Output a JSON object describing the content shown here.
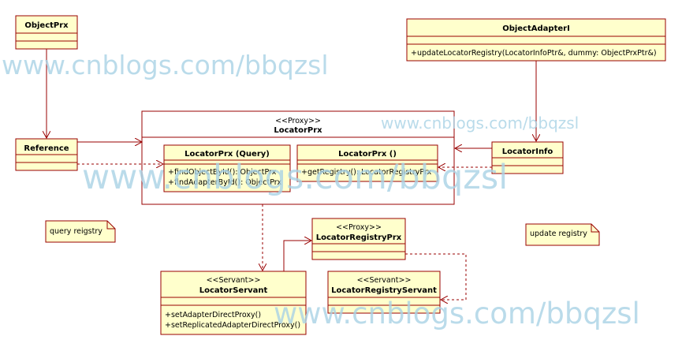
{
  "classes": {
    "object_prx": "ObjectPrx",
    "object_adapter_i": "ObjectAdapterI",
    "object_adapter_i_method": "+updateLocatorRegistry(LocatorInfoPtr&, dummy: ObjectPrxPtr&)",
    "reference": "Reference",
    "locator_prx_stereotype": "<<Proxy>>",
    "locator_prx": "LocatorPrx",
    "locator_prx_query": "LocatorPrx (Query)",
    "locator_prx_query_m1": "+findObjectById(): ObjectPrx",
    "locator_prx_query_m2": "+findAdapterById(): ObjectPrx",
    "locator_prx_plain": "LocatorPrx ()",
    "locator_prx_plain_m1": "+getRegistry(): LocatorRegistryPrx",
    "locator_info": "LocatorInfo",
    "locator_registry_prx_stereotype": "<<Proxy>>",
    "locator_registry_prx": "LocatorRegistryPrx",
    "locator_servant_stereotype": "<<Servant>>",
    "locator_servant": "LocatorServant",
    "locator_servant_m1": "+setAdapterDirectProxy()",
    "locator_servant_m2": "+setReplicatedAdapterDirectProxy()",
    "locator_registry_servant_stereotype": "<<Servant>>",
    "locator_registry_servant": "LocatorRegistryServant"
  },
  "notes": {
    "query": "query reigstry",
    "update": "update registry"
  },
  "watermark": "www.cnblogs.com/bbqzsl",
  "colors": {
    "box_fill": "#ffffcc",
    "border": "#990000",
    "watermark": "#a9d3e6"
  }
}
